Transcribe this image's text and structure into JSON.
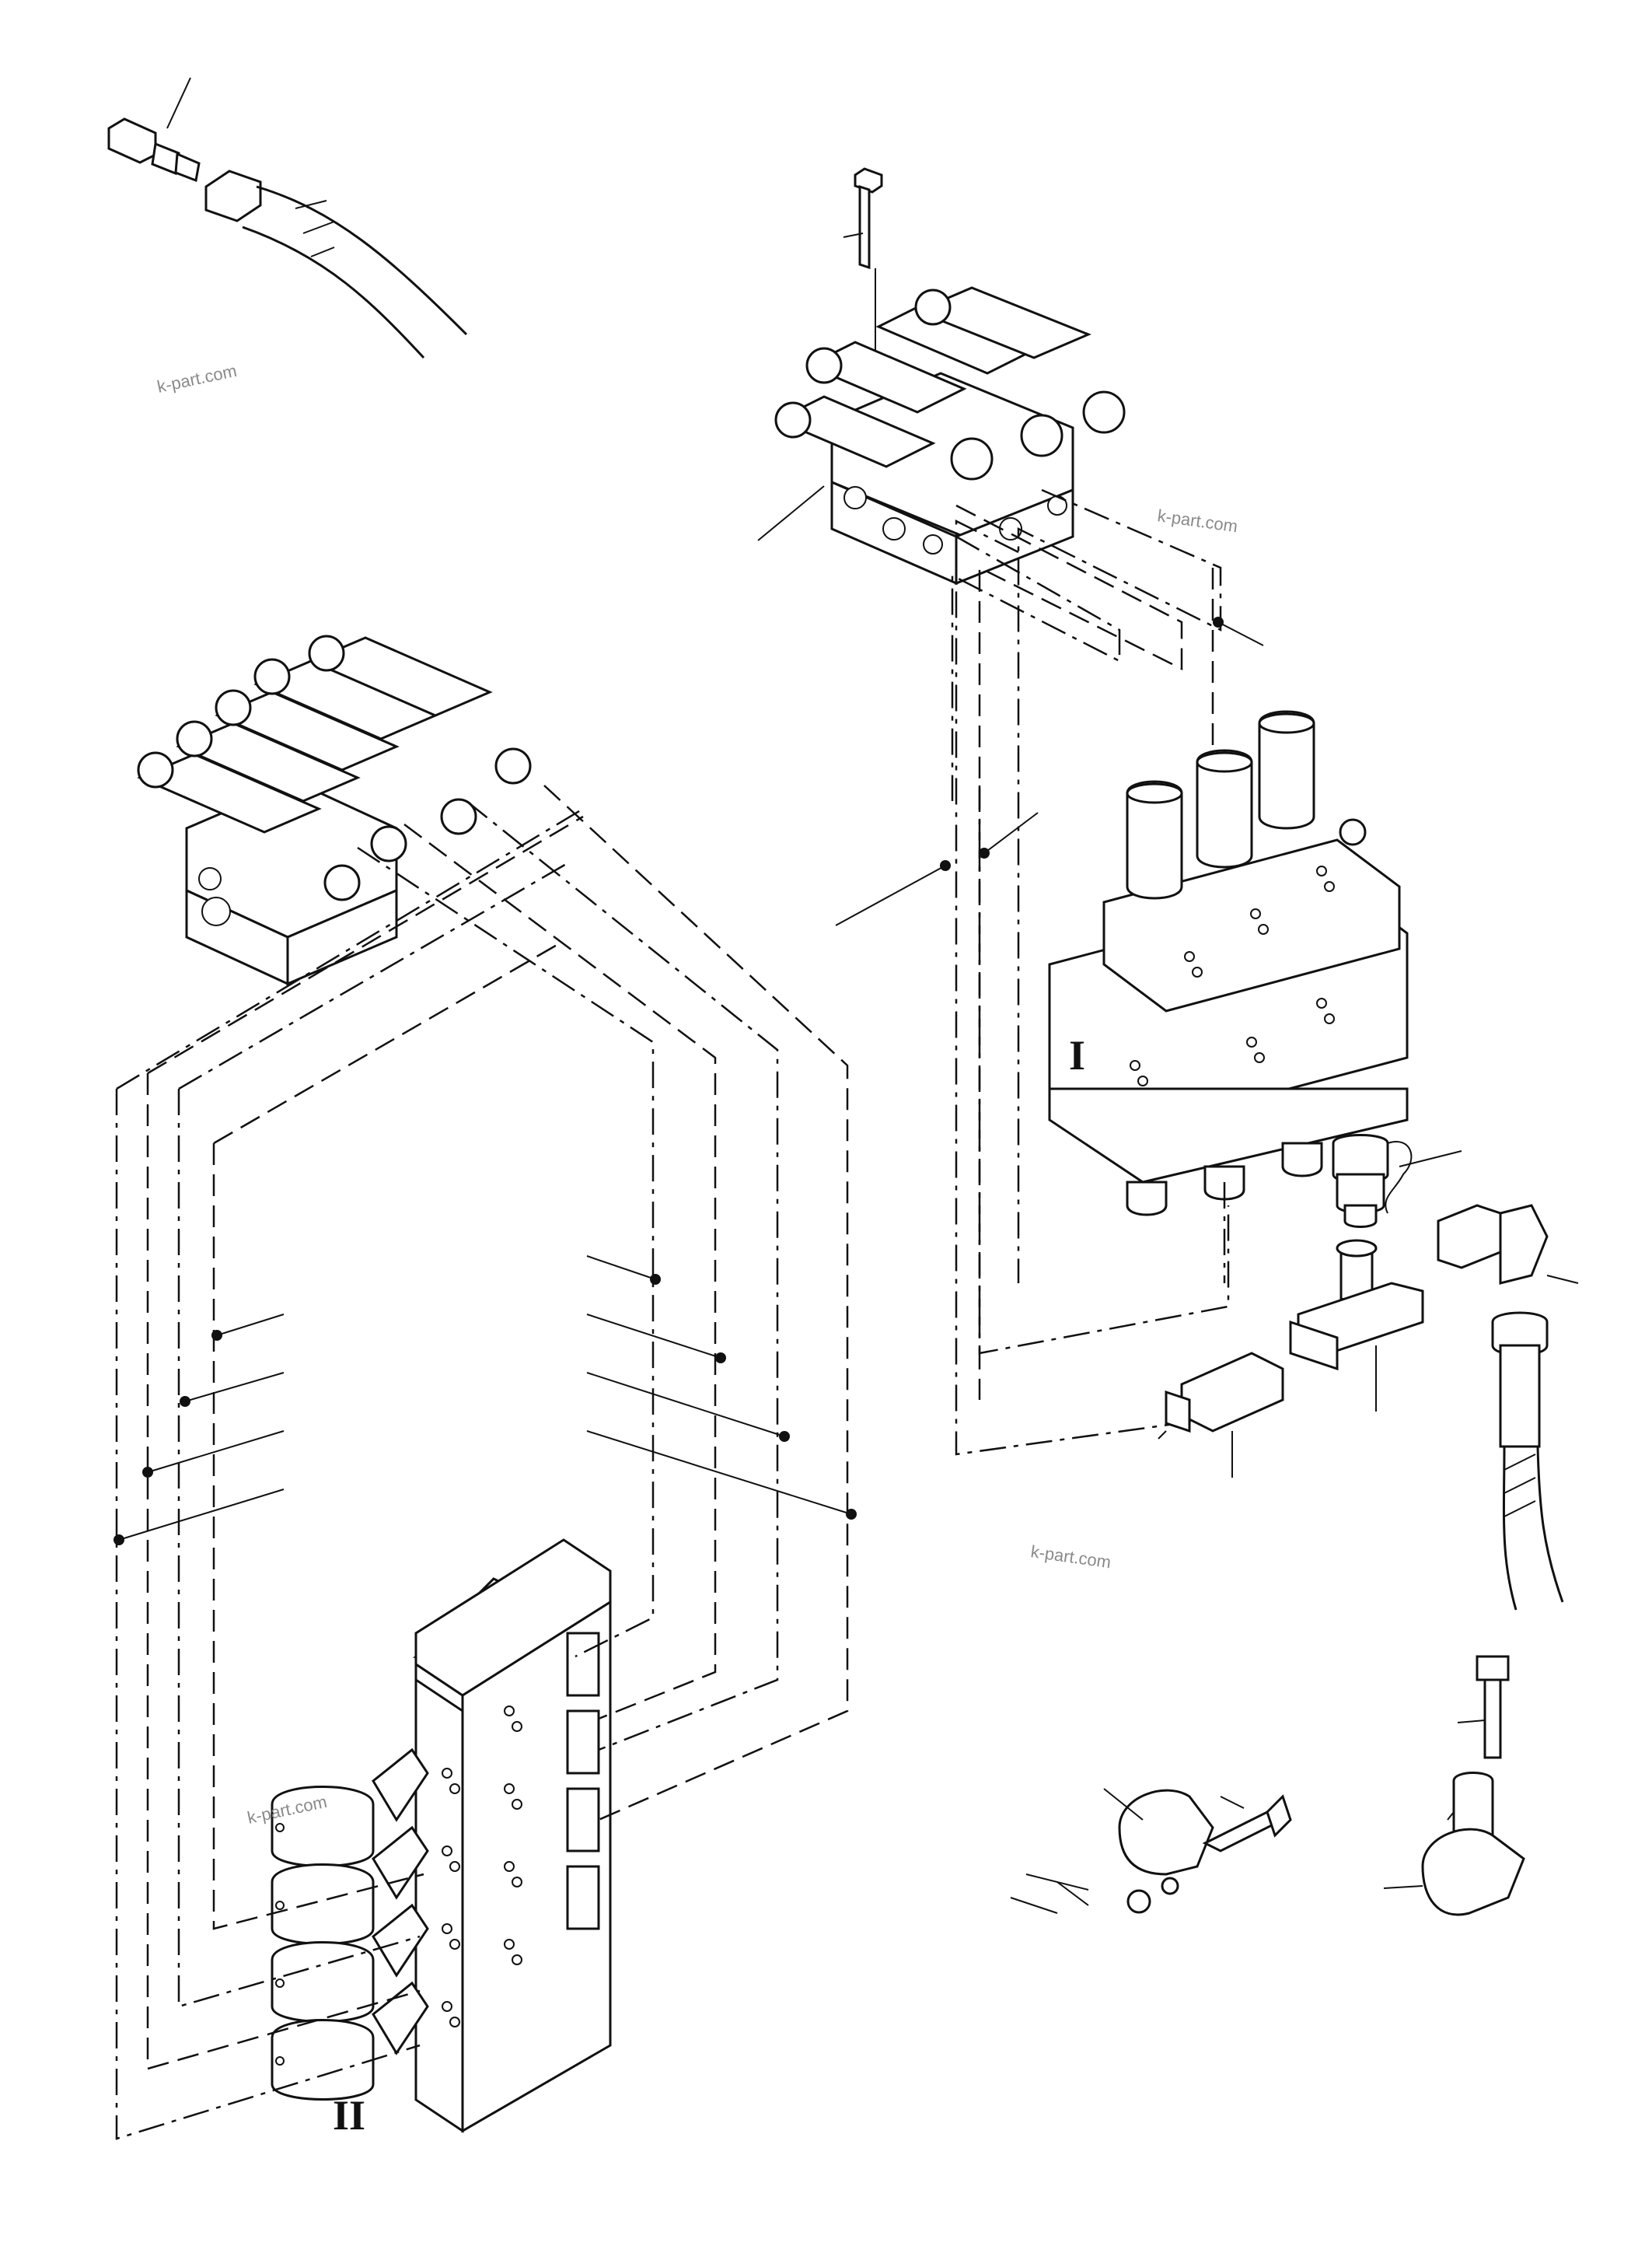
{
  "watermarks": [
    "k-part.com",
    "k-part.com",
    "k-part.com",
    "k-part.com"
  ],
  "valve_labels": {
    "valve_one": "I",
    "valve_two": "II"
  }
}
